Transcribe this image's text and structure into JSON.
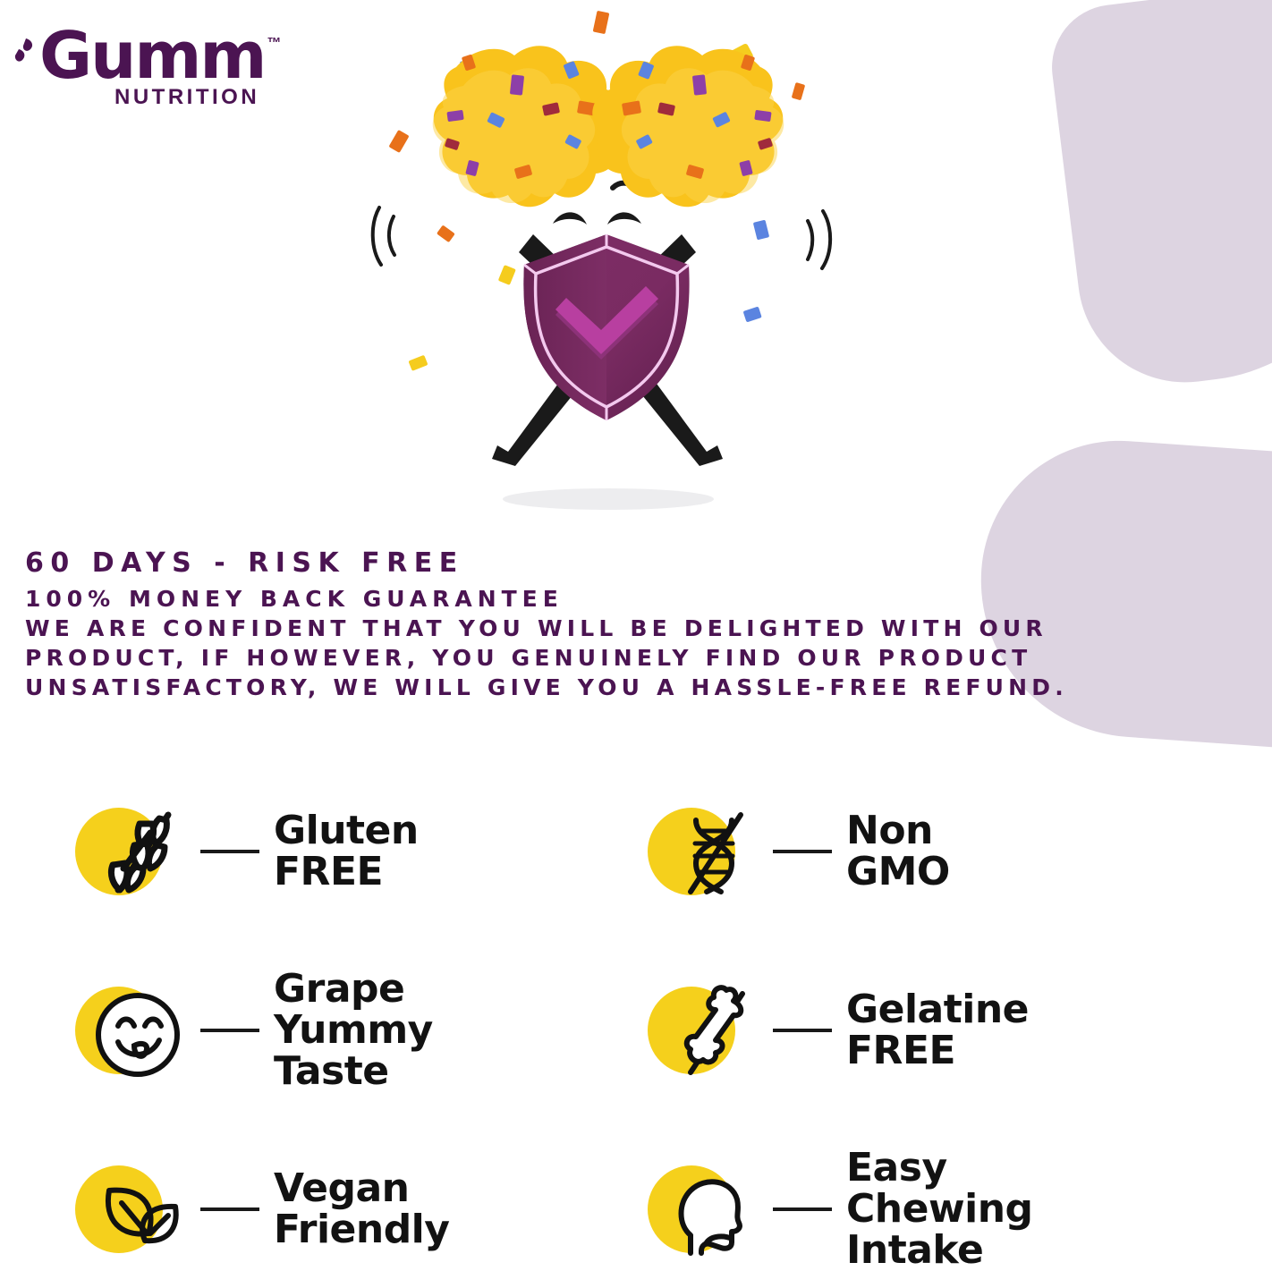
{
  "brand": {
    "logo_word": "Gumm",
    "logo_tm": "™",
    "logo_sub": "NUTRITION",
    "logo_color": "#4b1452",
    "accent_yellow": "#f5d01c",
    "blob_color": "#ddd4e1"
  },
  "mascot": {
    "name": "shield-cheerleader-mascot",
    "shield_color": "#7b2c63",
    "shield_highlight": "#f3c9ee",
    "check_color": "#b83fa0",
    "pompom_color": "#f9c31c",
    "limb_color": "#1a1a1a",
    "confetti_colors": [
      "#e8711a",
      "#5b84e0",
      "#f5cc1e",
      "#8d3fa8",
      "#a02b3c"
    ]
  },
  "guarantee": {
    "heading": "60 DAYS - RISK FREE",
    "subheading": "100% MONEY BACK GUARANTEE",
    "body_lines": [
      "WE ARE CONFIDENT THAT YOU WILL BE DELIGHTED WITH OUR",
      "PRODUCT, IF HOWEVER, YOU GENUINELY FIND OUR PRODUCT",
      "UNSATISFACTORY, WE WILL GIVE YOU A HASSLE-FREE REFUND."
    ]
  },
  "features": [
    {
      "id": "gluten-free",
      "icon": "wheat-crossed-out-icon",
      "label": "Gluten\nFREE"
    },
    {
      "id": "non-gmo",
      "icon": "dna-crossed-out-icon",
      "label": "Non\nGMO"
    },
    {
      "id": "grape-taste",
      "icon": "yummy-face-icon",
      "label": "Grape\nYummy\nTaste"
    },
    {
      "id": "gelatine-free",
      "icon": "bone-crossed-out-icon",
      "label": "Gelatine\nFREE"
    },
    {
      "id": "vegan",
      "icon": "leaves-icon",
      "label": "Vegan\nFriendly"
    },
    {
      "id": "easy-chewing",
      "icon": "head-profile-icon",
      "label": "Easy\nChewing\nIntake"
    }
  ]
}
